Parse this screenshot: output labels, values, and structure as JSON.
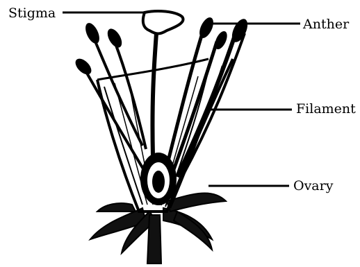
{
  "labels": {
    "stigma": "Stigma",
    "anther": "Anther",
    "filament": "Filament",
    "ovary": "Ovary"
  },
  "colors": {
    "ink": "#000000",
    "paper": "#ffffff"
  }
}
